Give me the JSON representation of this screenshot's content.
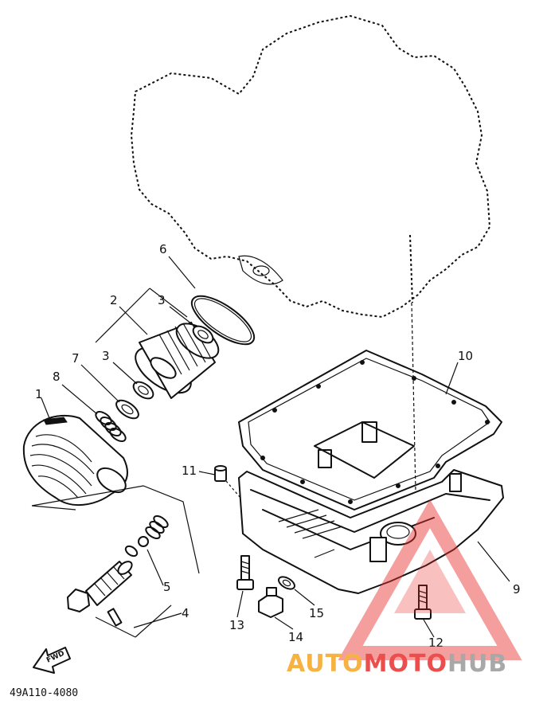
{
  "diagram": {
    "part_labels": [
      "1",
      "2",
      "3",
      "3",
      "4",
      "5",
      "6",
      "7",
      "8",
      "9",
      "10",
      "11",
      "12",
      "13",
      "14",
      "15"
    ],
    "drawing_code": "49A110-4080",
    "fwd_label": "FWD"
  },
  "watermark": {
    "part1": "AUTO",
    "part2": "MOTO",
    "part3": "HUB",
    "color_orange": "#f5a623",
    "color_red": "#e8312f",
    "color_gray": "#9a9a9a"
  }
}
